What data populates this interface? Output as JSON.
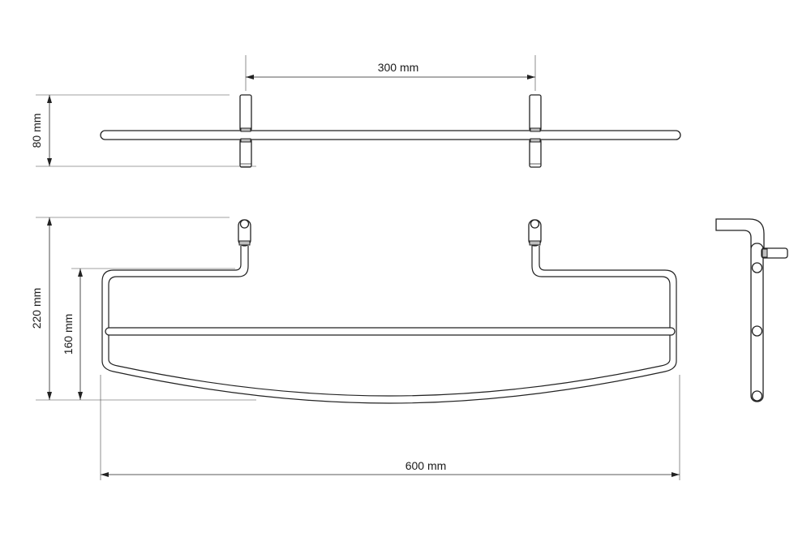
{
  "dimensions": {
    "top_width": "300 mm",
    "depth_top": "80 mm",
    "height_total": "220 mm",
    "height_inner": "160 mm",
    "overall_width": "600 mm"
  }
}
